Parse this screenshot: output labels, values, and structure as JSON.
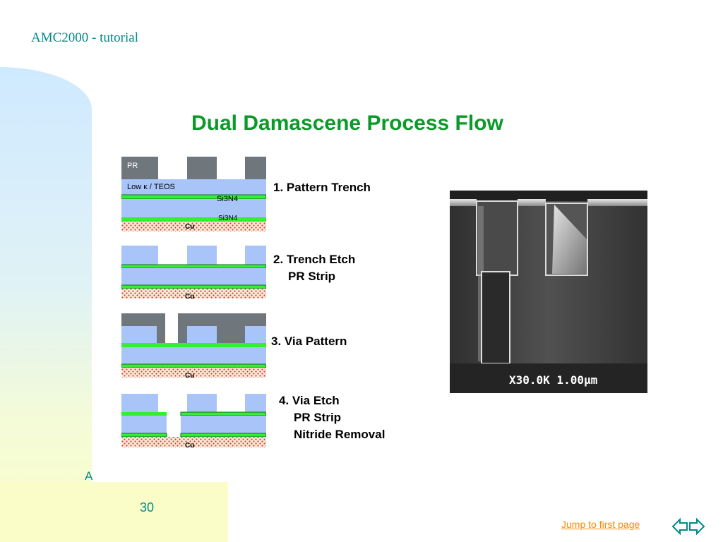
{
  "header": {
    "title": "AMC2000 - tutorial"
  },
  "slide": {
    "title": "Dual Damascene Process Flow",
    "diagram_labels": {
      "pr": "PR",
      "low_k": "Low κ / TEOS",
      "nitride_top": "Si3N4",
      "nitride_bottom": "Si3N4",
      "cu": "Cu"
    },
    "steps": [
      {
        "line1": "1. Pattern Trench",
        "line2": "",
        "line3": ""
      },
      {
        "line1": "2. Trench Etch",
        "line2": "PR Strip",
        "line3": ""
      },
      {
        "line1": "3. Via Pattern",
        "line2": "",
        "line3": ""
      },
      {
        "line1": "4. Via Etch",
        "line2": "PR Strip",
        "line3": "Nitride Removal"
      }
    ],
    "sem_caption": "X30.0K 1.00μm"
  },
  "footer": {
    "partial_text": "A",
    "page_number": "30",
    "jump_link": "Jump to first page"
  },
  "colors": {
    "accent": "#008a8a",
    "title_green": "#0b9a2a",
    "link": "#ff8800",
    "low_k": "#a8c4f8",
    "nitride": "#33ee33",
    "pr": "#6f767c"
  }
}
